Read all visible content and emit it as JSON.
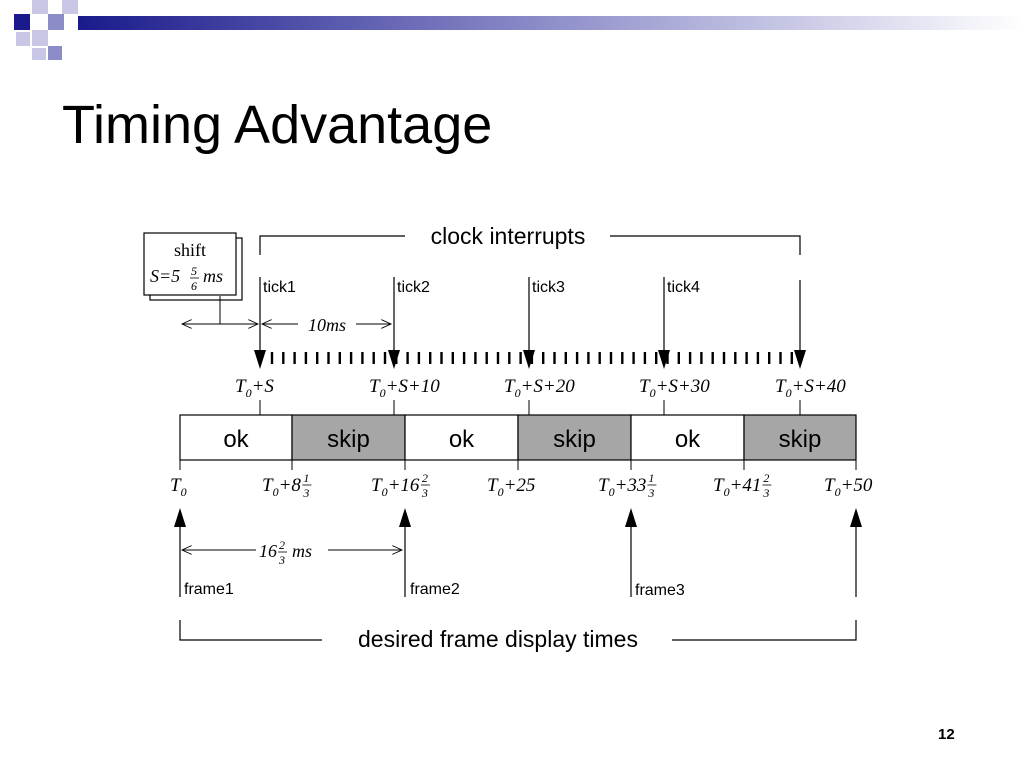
{
  "slide": {
    "title": "Timing Advantage",
    "page_number": "12"
  },
  "diagram": {
    "clock_label": "clock interrupts",
    "shift_box": {
      "heading": "shift",
      "formula_prefix": "S=5",
      "frac_num": "5",
      "frac_den": "6",
      "unit": "ms"
    },
    "tick_interval_label": "10ms",
    "ticks": [
      "tick1",
      "tick2",
      "tick3",
      "tick4"
    ],
    "tick_times": [
      {
        "base": "T",
        "sub": "0",
        "rest": "+S"
      },
      {
        "base": "T",
        "sub": "0",
        "rest": "+S+10"
      },
      {
        "base": "T",
        "sub": "0",
        "rest": "+S+20"
      },
      {
        "base": "T",
        "sub": "0",
        "rest": "+S+30"
      },
      {
        "base": "T",
        "sub": "0",
        "rest": "+S+40"
      }
    ],
    "segments": [
      "ok",
      "skip",
      "ok",
      "skip",
      "ok",
      "skip"
    ],
    "frame_times": [
      {
        "base": "T",
        "sub": "0",
        "rest": "",
        "whole": "",
        "num": "",
        "den": ""
      },
      {
        "base": "T",
        "sub": "0",
        "rest": "+8",
        "whole": "",
        "num": "1",
        "den": "3"
      },
      {
        "base": "T",
        "sub": "0",
        "rest": "+16",
        "whole": "",
        "num": "2",
        "den": "3"
      },
      {
        "base": "T",
        "sub": "0",
        "rest": "+25",
        "whole": "",
        "num": "",
        "den": ""
      },
      {
        "base": "T",
        "sub": "0",
        "rest": "+33",
        "whole": "",
        "num": "1",
        "den": "3"
      },
      {
        "base": "T",
        "sub": "0",
        "rest": "+41",
        "whole": "",
        "num": "2",
        "den": "3"
      },
      {
        "base": "T",
        "sub": "0",
        "rest": "+50",
        "whole": "",
        "num": "",
        "den": ""
      }
    ],
    "frame_interval": {
      "whole": "16",
      "num": "2",
      "den": "3",
      "unit": "ms"
    },
    "frames": [
      "frame1",
      "frame2",
      "frame3"
    ],
    "desired_label": "desired frame display times",
    "colors": {
      "skip_fill": "#a6a6a6",
      "ok_fill": "#ffffff",
      "line": "#000000",
      "deco_dark": "#1a1a8c",
      "deco_mid": "#8c8cc8",
      "deco_light": "#c8c8e6"
    }
  }
}
